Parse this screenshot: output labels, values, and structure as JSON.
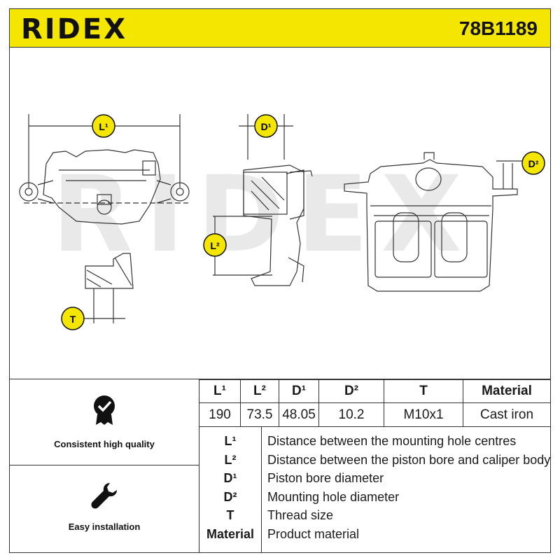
{
  "header": {
    "brand": "RIDEX",
    "part_number": "78B1189"
  },
  "drawing": {
    "watermark": "RIDEX",
    "badges": {
      "L1": "L¹",
      "D1": "D¹",
      "L2": "L²",
      "D2": "D²",
      "T": "T"
    }
  },
  "features": [
    {
      "label": "Consistent high quality",
      "icon": "check-badge-icon"
    },
    {
      "label": "Easy installation",
      "icon": "wrench-icon"
    }
  ],
  "spec_table": {
    "headers": [
      "L¹",
      "L²",
      "D¹",
      "D²",
      "T",
      "Material"
    ],
    "values": [
      "190",
      "73.5",
      "48.05",
      "10.2",
      "M10x1",
      "Cast iron"
    ]
  },
  "legend": [
    {
      "key": "L¹",
      "description": "Distance between the mounting hole centres"
    },
    {
      "key": "L²",
      "description": "Distance between the piston bore and caliper body"
    },
    {
      "key": "D¹",
      "description": "Piston bore diameter"
    },
    {
      "key": "D²",
      "description": "Mounting hole diameter"
    },
    {
      "key": "T",
      "description": "Thread size"
    },
    {
      "key": "Material",
      "description": "Product material"
    }
  ],
  "colors": {
    "brand_yellow": "#f5e600",
    "line": "#333333"
  }
}
